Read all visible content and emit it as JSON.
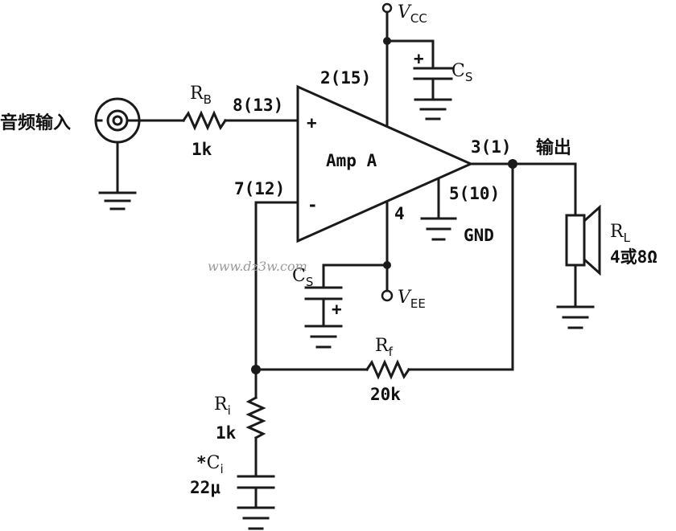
{
  "labels": {
    "input": "音频输入",
    "output": "输出",
    "rb_name": "R",
    "rb_sub": "B",
    "rb_value": "1k",
    "pin_in_plus": "8(13)",
    "pin_vcc": "2(15)",
    "pin_in_minus": "7(12)",
    "pin_out": "3(1)",
    "pin_gnd": "5(10)",
    "pin_vee": "4",
    "plus_sign": "+",
    "minus_sign": "-",
    "amp": "Amp A",
    "gnd": "GND",
    "vcc_v": "V",
    "vcc_sub": "CC",
    "vee_v": "V",
    "vee_sub": "EE",
    "cs_top_name": "C",
    "cs_top_sub": "S",
    "cs_bottom_name": "C",
    "cs_bottom_sub": "S",
    "rl_name": "R",
    "rl_sub": "L",
    "rl_value": "4或8Ω",
    "rf_name": "R",
    "rf_sub": "f",
    "rf_value": "20k",
    "ri_name": "R",
    "ri_sub": "i",
    "ri_value": "1k",
    "ci_star": "*",
    "ci_name": "C",
    "ci_sub": "i",
    "ci_value": "22μ",
    "cap_plus": "+",
    "watermark": "www.dz3w.com"
  }
}
